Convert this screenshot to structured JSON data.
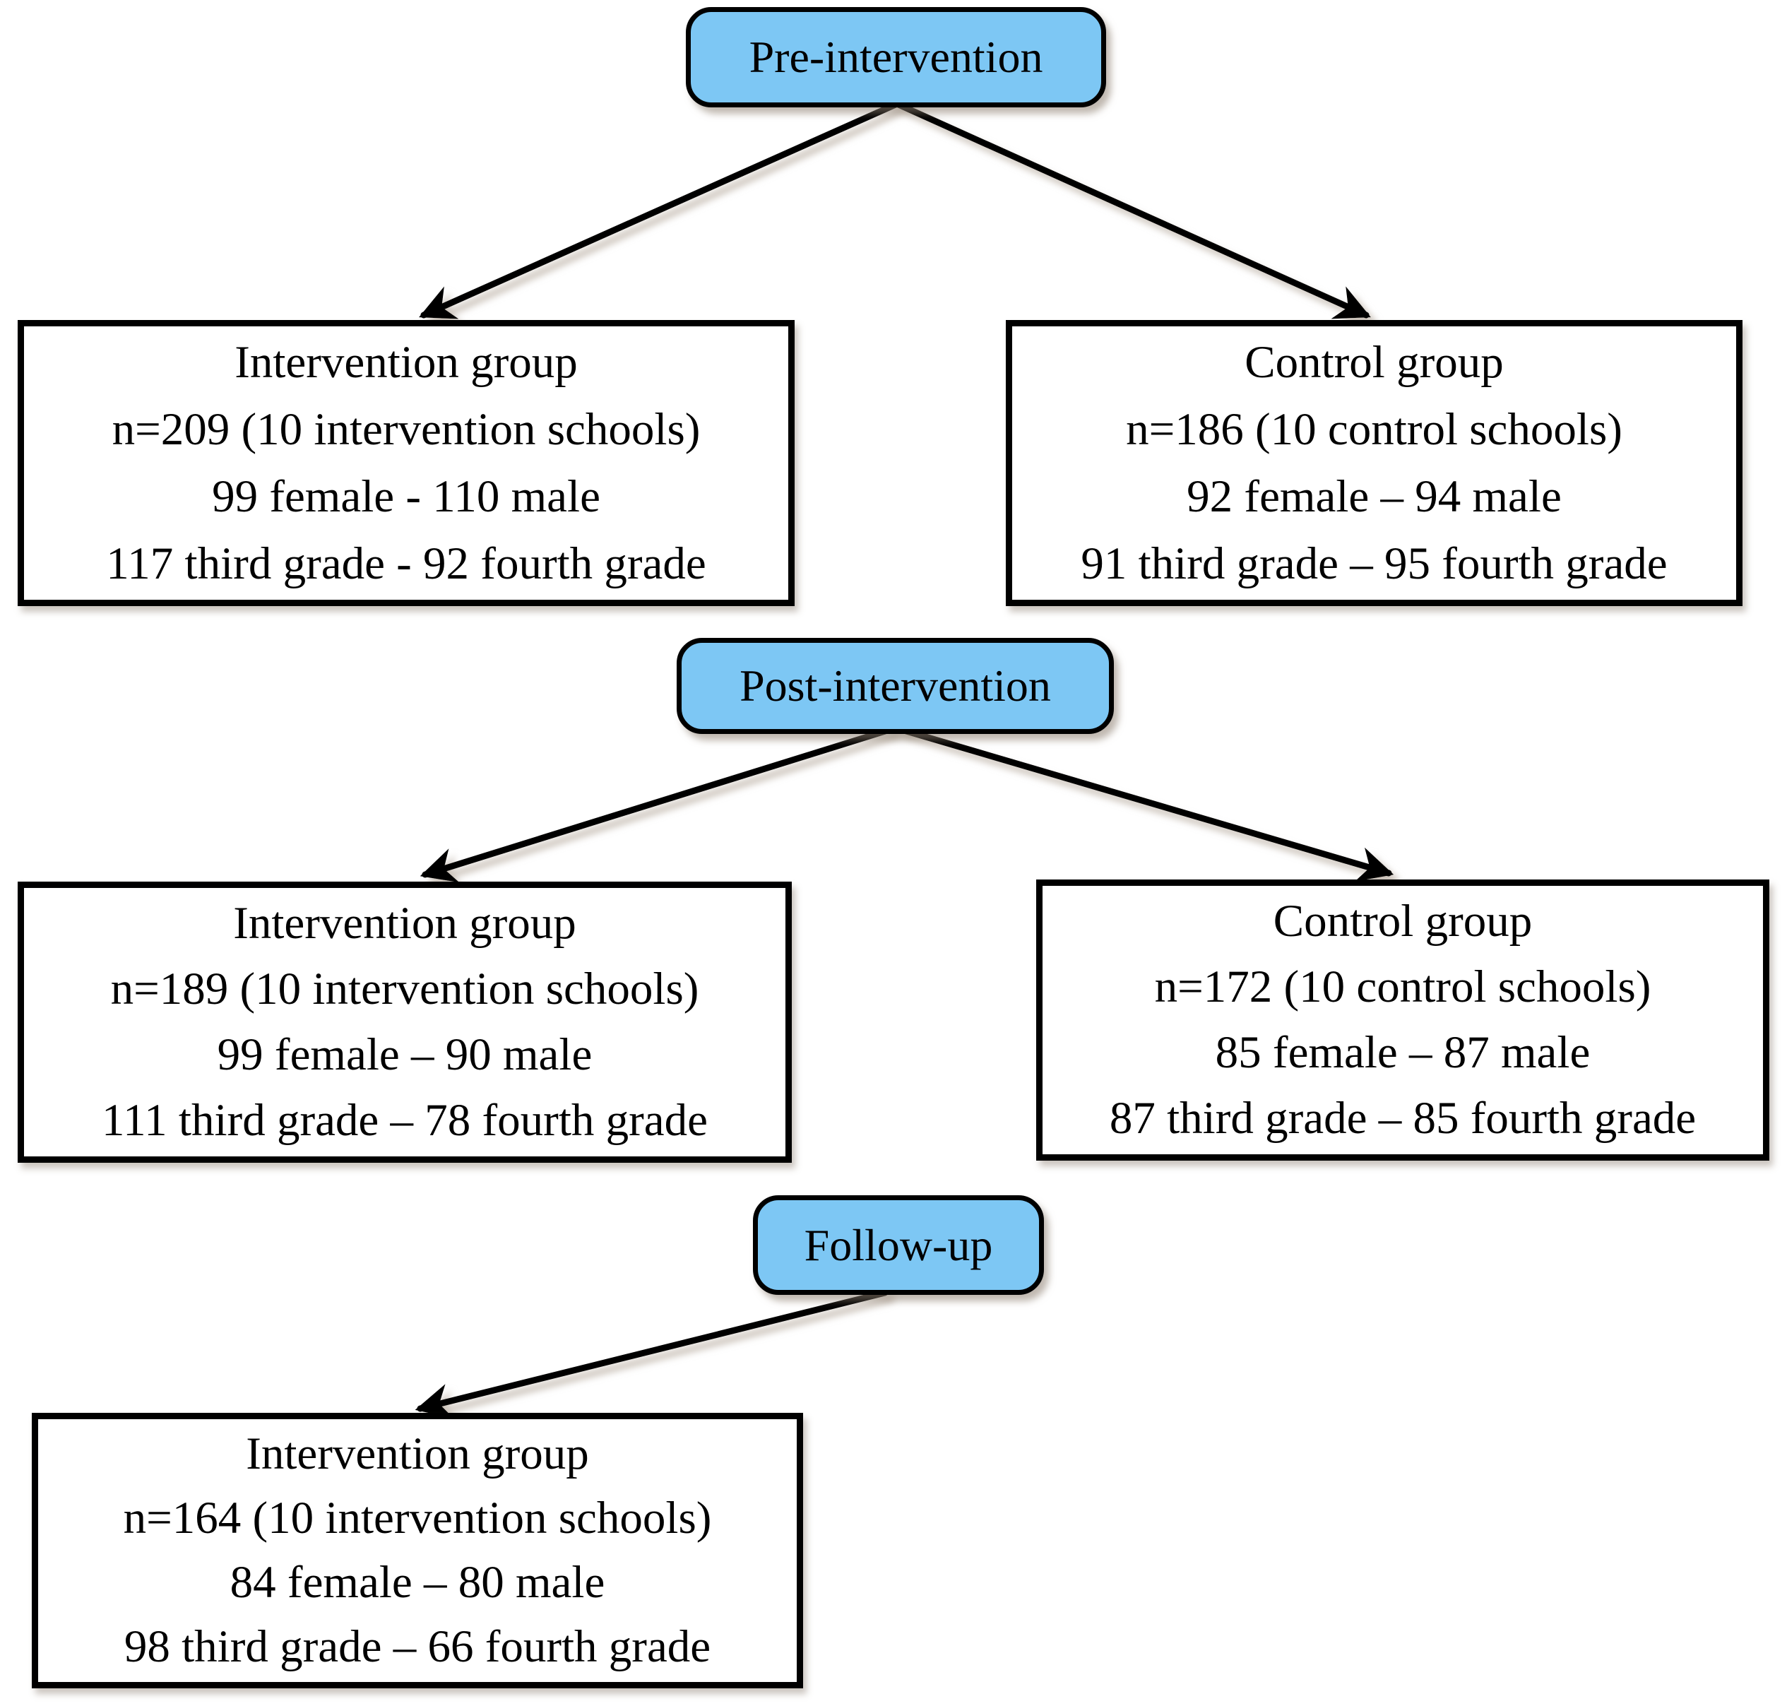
{
  "theme": {
    "accent": "#7DC7F4",
    "line": "#000000",
    "box_fill": "#ffffff",
    "text_color": "#000000"
  },
  "stages": [
    {
      "label": "Pre-intervention"
    },
    {
      "label": "Post-intervention"
    },
    {
      "label": "Follow-up"
    }
  ],
  "boxes": [
    {
      "title": "Intervention group",
      "line_n": "n=209 (10 intervention schools)",
      "line_gender": "99 female - 110 male",
      "line_grade": "117 third grade - 92 fourth grade"
    },
    {
      "title": "Control group",
      "line_n": "n=186 (10 control schools)",
      "line_gender": "92 female – 94 male",
      "line_grade": "91 third grade – 95 fourth grade"
    },
    {
      "title": "Intervention group",
      "line_n": "n=189 (10 intervention schools)",
      "line_gender": "99 female – 90 male",
      "line_grade": "111 third grade – 78 fourth grade"
    },
    {
      "title": "Control group",
      "line_n": "n=172 (10 control schools)",
      "line_gender": "85 female – 87 male",
      "line_grade": "87 third grade – 85 fourth grade"
    },
    {
      "title": "Intervention group",
      "line_n": "n=164 (10 intervention schools)",
      "line_gender": "84 female – 80 male",
      "line_grade": "98 third grade – 66 fourth grade"
    }
  ]
}
